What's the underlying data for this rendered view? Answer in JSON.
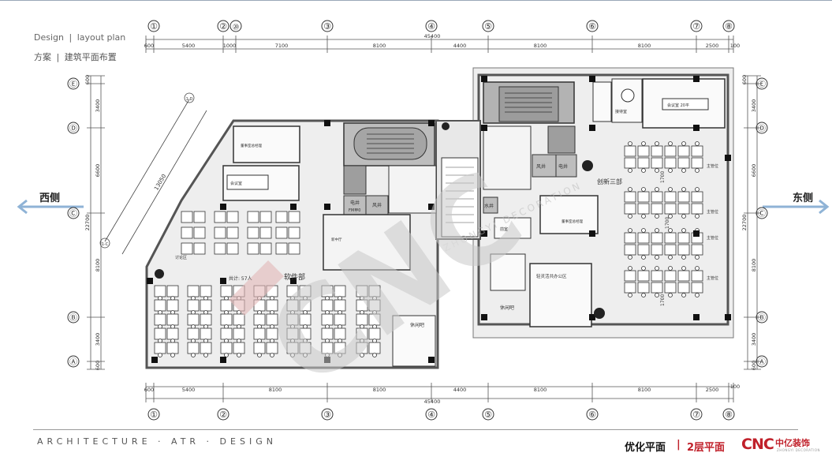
{
  "header": {
    "line1_en": "Design",
    "line1_sep": "|",
    "line1_plan": "layout plan",
    "line2_cn": "方案",
    "line2_sep": "|",
    "line2_plan": "建筑平面布置"
  },
  "compass": {
    "west": "西侧",
    "east": "东侧"
  },
  "axes": {
    "columns": [
      "①",
      "②",
      "⑳",
      "③",
      "④",
      "⑤",
      "⑥",
      "⑦",
      "⑧"
    ],
    "rows": [
      "Ⓔ",
      "Ⓓ",
      "Ⓒ",
      "Ⓑ",
      "Ⓐ"
    ],
    "top_dims": [
      "600",
      "5400",
      "1000",
      "7100",
      "8100",
      "4400",
      "8100",
      "8100",
      "2500",
      "100"
    ],
    "top_total": "45400",
    "bottom_dims": [
      "600",
      "5400",
      "8100",
      "8100",
      "4400",
      "8100",
      "8100",
      "2500",
      "100"
    ],
    "bottom_total": "45400",
    "left_dims": [
      "600",
      "3400",
      "6600",
      "8100",
      "3400",
      "600"
    ],
    "left_total": "22700",
    "right_dims": [
      "600",
      "3400",
      "6600",
      "8100",
      "3400",
      "600"
    ],
    "right_total": "22700",
    "diag_dim": "13050",
    "diag_axis_a": "1-D",
    "diag_axis_b": "1-C"
  },
  "rooms": {
    "software_dept": "软件部",
    "software_total": "共计: 57人",
    "innovation3": "创新三部",
    "lounge_west": "休闲吧",
    "lounge_east": "休闲吧",
    "shared_office": "轻灵活共办公区",
    "meeting_large": "会议室 20平",
    "meeting_small": "会议室",
    "reception": "接待室",
    "elec1": "电井",
    "fm": "FM甲0",
    "fan1": "风井",
    "elec2": "电井",
    "fan2": "风井",
    "water": "水井",
    "front_room": "前室",
    "manager_left": "董事室总经理",
    "manager_right": "董事室总经理",
    "discuss": "讨论区",
    "main_mgr1": "主管位",
    "main_mgr2": "主管位",
    "main_mgr3": "主管位",
    "main_mgr4": "主管位",
    "dim_1700_a": "1700",
    "dim_1700_b": "1700",
    "dim_1700_c": "1700",
    "lobby_note": "新中厅"
  },
  "watermark": {
    "text": "CNC",
    "sub": "ZHONGYI DECORATION"
  },
  "footer": {
    "arch": "ARCHITECTURE · ATR · DESIGN",
    "title_a": "优化平面",
    "title_sep": "|",
    "title_b": "2层平面",
    "brand_a": "CNC",
    "brand_b": "中亿装饰",
    "brand_sub": "ZHONGYI DECORATION"
  },
  "colors": {
    "accent_red": "#c0202a",
    "arrow_blue": "#8fb3d6",
    "wall": "#555555",
    "watermark": "#c8c8c8"
  }
}
